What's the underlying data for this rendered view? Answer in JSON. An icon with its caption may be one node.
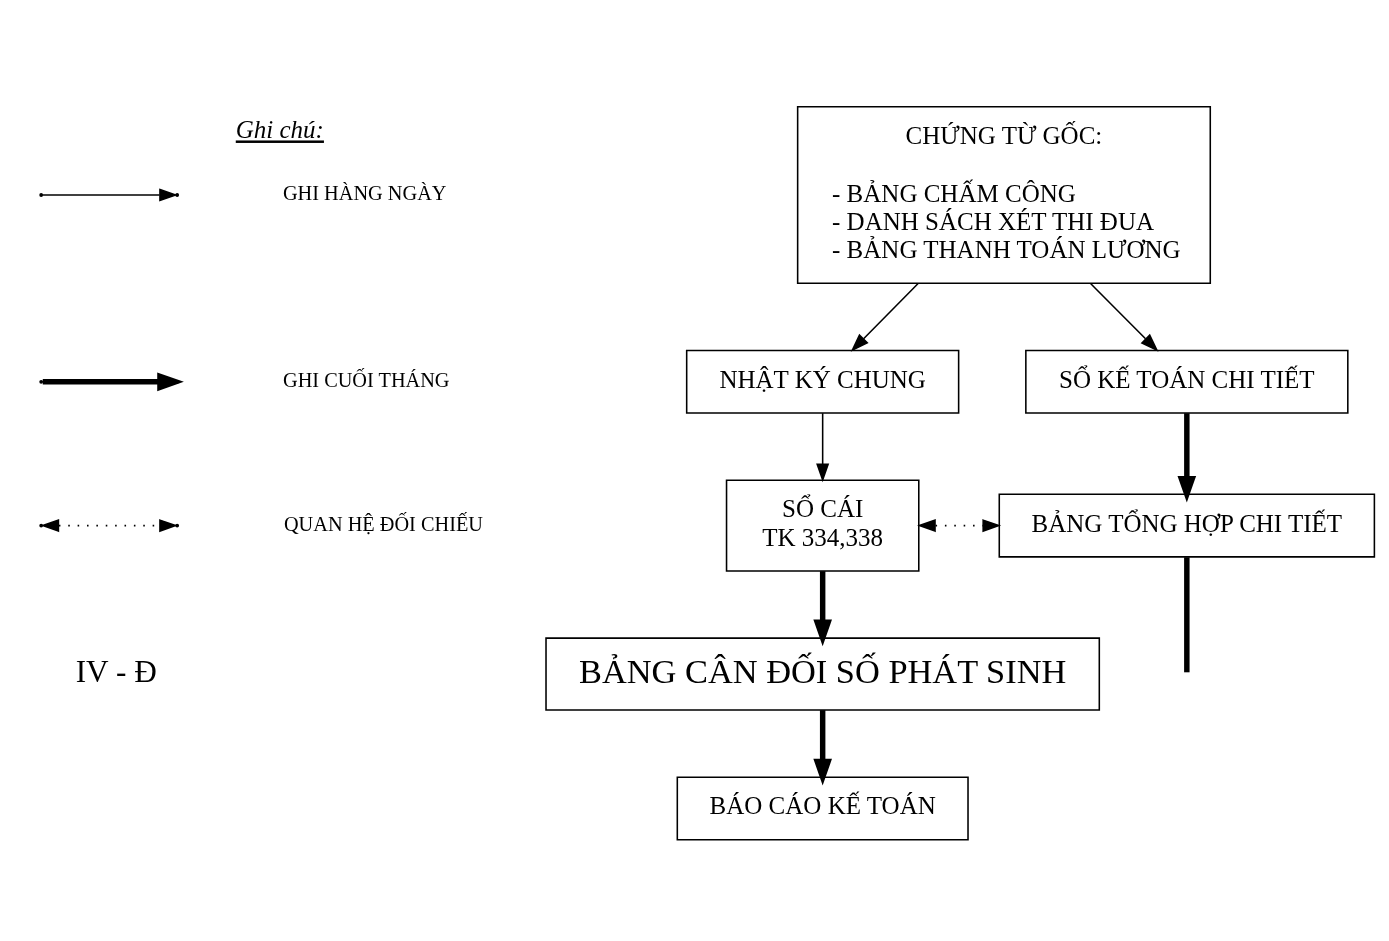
{
  "diagram": {
    "nodes": [
      {
        "text": [
          "CHỨNG TỪ GỐC:",
          "- BẢNG CHẤM CÔNG",
          "- DANH SÁCH XÉT THI ĐUA",
          "- BẢNG THANH TOÁN LƯƠNG"
        ]
      },
      {
        "text": [
          "NHẬT KÝ CHUNG"
        ]
      },
      {
        "text": [
          "SỔ KẾ TOÁN CHI TIẾT"
        ]
      },
      {
        "text": [
          "SỔ CÁI",
          "TK 334,338"
        ]
      },
      {
        "text": [
          "BẢNG TỔNG HỢP CHI TIẾT"
        ]
      },
      {
        "text": [
          "BẢNG CÂN ĐỐI SỐ PHÁT SINH"
        ]
      },
      {
        "text": [
          "BÁO CÁO KẾ TOÁN"
        ]
      }
    ],
    "edges": [
      {
        "from": 0,
        "to": 1,
        "arrow": "to"
      },
      {
        "from": 0,
        "to": 2,
        "arrow": "to"
      },
      {
        "from": 1,
        "to": 3,
        "arrow": "to"
      },
      {
        "from": 2,
        "to": 4,
        "arrow": "to",
        "style": "thick"
      },
      {
        "from": 3,
        "to": 4,
        "arrow": "both",
        "style": "dashed"
      },
      {
        "from": 3,
        "to": 5,
        "arrow": "to",
        "style": "thick"
      },
      {
        "from": 5,
        "to": 6,
        "arrow": "to",
        "style": "thick"
      },
      {
        "from": 4,
        "to": null,
        "arrow": "none",
        "style": "thick"
      }
    ],
    "labels": [
      "Ghi chú:",
      "IV - Đ"
    ],
    "legend": [
      {
        "text": "GHI HÀNG NGÀY"
      },
      {
        "text": "GHI CUỐI THÁNG"
      },
      {
        "text": "QUAN HỆ ĐỐI CHIẾU"
      }
    ]
  }
}
